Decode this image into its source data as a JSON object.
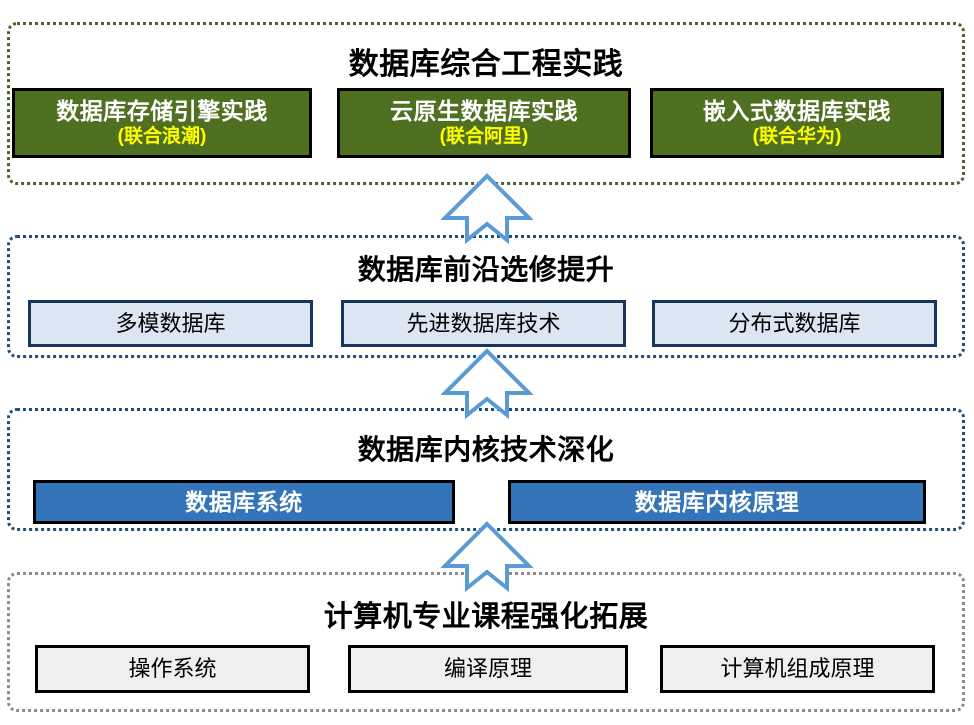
{
  "diagram": {
    "title_hidden": "",
    "accent_colors": {
      "practice_green": "#4F7020",
      "practice_border": "#4F6228",
      "elective_fill": "#DCE6F2",
      "elective_border": "#17365D",
      "kernel_fill": "#3375B8",
      "foundation_fill": "#EFEFEF",
      "section_blue": "#1F4E79",
      "section_gray": "#8C8C8C",
      "arrow_stroke": "#5B9BD5",
      "subtitle_yellow": "#FFFF00"
    },
    "sections": [
      {
        "id": "practice",
        "title": "数据库综合工程实践",
        "boxes": [
          {
            "main": "数据库存储引擎实践",
            "sub": "(联合浪潮)"
          },
          {
            "main": "云原生数据库实践",
            "sub": "(联合阿里)"
          },
          {
            "main": "嵌入式数据库实践",
            "sub": "(联合华为)"
          }
        ]
      },
      {
        "id": "elective",
        "title": "数据库前沿选修提升",
        "boxes": [
          {
            "main": "多模数据库"
          },
          {
            "main": "先进数据库技术"
          },
          {
            "main": "分布式数据库"
          }
        ]
      },
      {
        "id": "kernel",
        "title": "数据库内核技术深化",
        "boxes": [
          {
            "main": "数据库系统"
          },
          {
            "main": "数据库内核原理"
          }
        ]
      },
      {
        "id": "foundation",
        "title": "计算机专业课程强化拓展",
        "boxes": [
          {
            "main": "操作系统"
          },
          {
            "main": "编译原理"
          },
          {
            "main": "计算机组成原理"
          }
        ]
      }
    ],
    "arrows": [
      {
        "name": "arrow-elective-to-practice"
      },
      {
        "name": "arrow-kernel-to-elective"
      },
      {
        "name": "arrow-foundation-to-kernel"
      }
    ]
  }
}
